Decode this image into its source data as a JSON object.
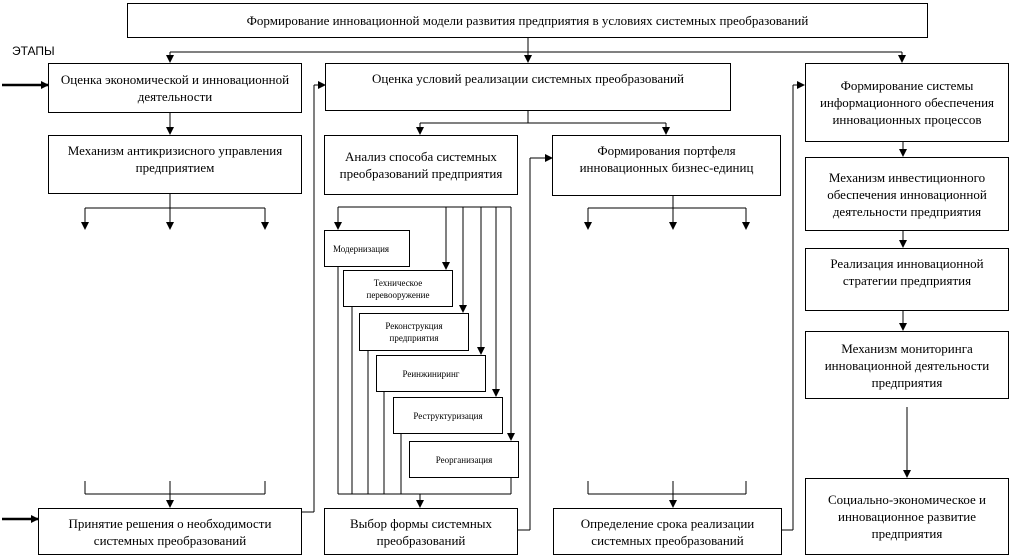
{
  "diagram": {
    "title": "Формирование инновационной модели развития предприятия в условиях системных преобразований",
    "stages_label": "ЭТАПЫ",
    "left": {
      "eval_econ": "Оценка экономической и инновационной деятельности",
      "anticrisis": "Механизм антикризисного управления предприятием",
      "decision": "Принятие решения о  необходимости системных преобразований"
    },
    "middle": {
      "eval_conditions": "Оценка условий реализации системных преобразований",
      "analysis": "Анализ способа системных преобразований предприятия",
      "portfolio": "Формирования портфеля инновационных бизнес-единиц",
      "choice": "Выбор формы системных преобразований",
      "term": "Определение срока реализации системных преобразований",
      "methods": [
        "Модернизация",
        "Техническое перевооружение",
        "Реконструкция предприятия",
        "Реинжиниринг",
        "Реструктуризация",
        "Реорганизация"
      ]
    },
    "right": {
      "info_system": "Формирование системы информационного обеспечения инновационных процессов",
      "invest": "Механизм инвестиционного обеспечения инновационной деятельности предприятия",
      "strategy": "Реализация инновационной стратегии предприятия",
      "monitoring": "Механизм мониторинга инновационной деятельности предприятия",
      "result": "Социально-экономическое и инновационное развитие предприятия"
    }
  }
}
